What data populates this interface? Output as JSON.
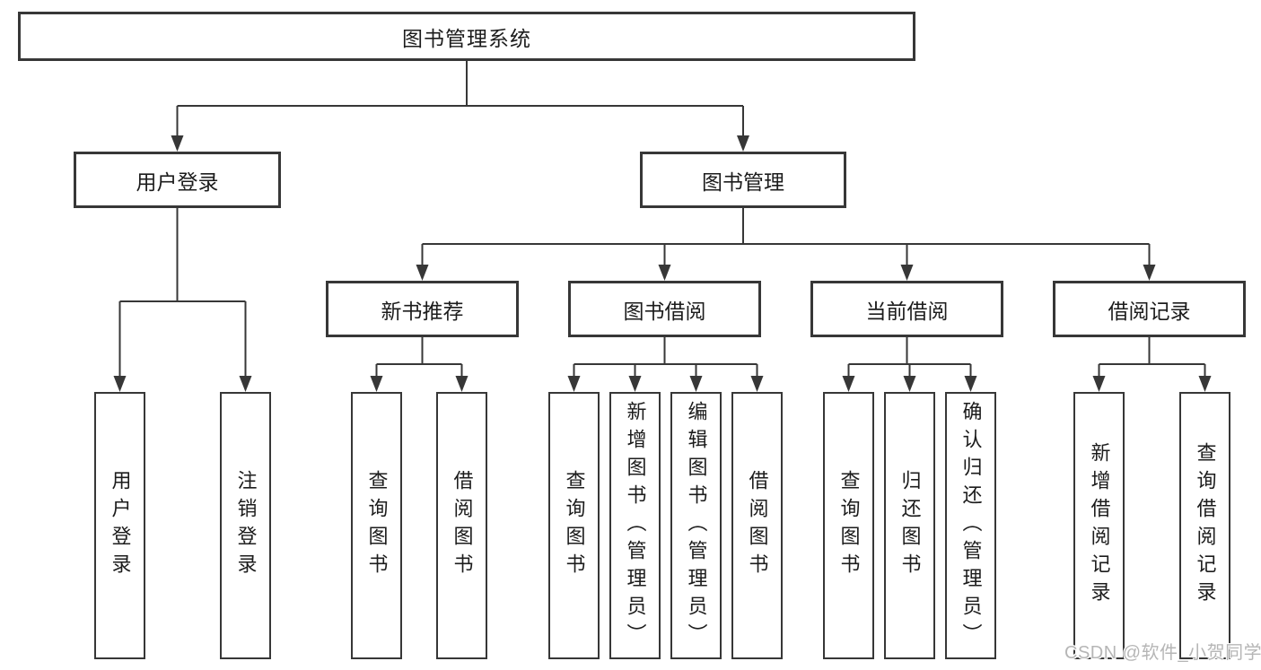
{
  "tree": {
    "label": "图书管理系统",
    "children": [
      {
        "label": "用户登录",
        "children": [
          {
            "label": "用户登录"
          },
          {
            "label": "注销登录"
          }
        ]
      },
      {
        "label": "图书管理",
        "children": [
          {
            "label": "新书推荐",
            "children": [
              {
                "label": "查询图书"
              },
              {
                "label": "借阅图书"
              }
            ]
          },
          {
            "label": "图书借阅",
            "children": [
              {
                "label": "查询图书"
              },
              {
                "label": "新增图书（管理员）"
              },
              {
                "label": "编辑图书（管理员）"
              },
              {
                "label": "借阅图书"
              }
            ]
          },
          {
            "label": "当前借阅",
            "children": [
              {
                "label": "查询图书"
              },
              {
                "label": "归还图书"
              },
              {
                "label": "确认归还（管理员）"
              }
            ]
          },
          {
            "label": "借阅记录",
            "children": [
              {
                "label": "新增借阅记录"
              },
              {
                "label": "查询借阅记录"
              }
            ]
          }
        ]
      }
    ]
  },
  "watermark": "CSDN @软件_小贺同学",
  "colors": {
    "line": "#373737",
    "box_border": "#373737",
    "text": "#1c1c1c",
    "background": "#ffffff",
    "watermark": "#b6b6b6"
  }
}
